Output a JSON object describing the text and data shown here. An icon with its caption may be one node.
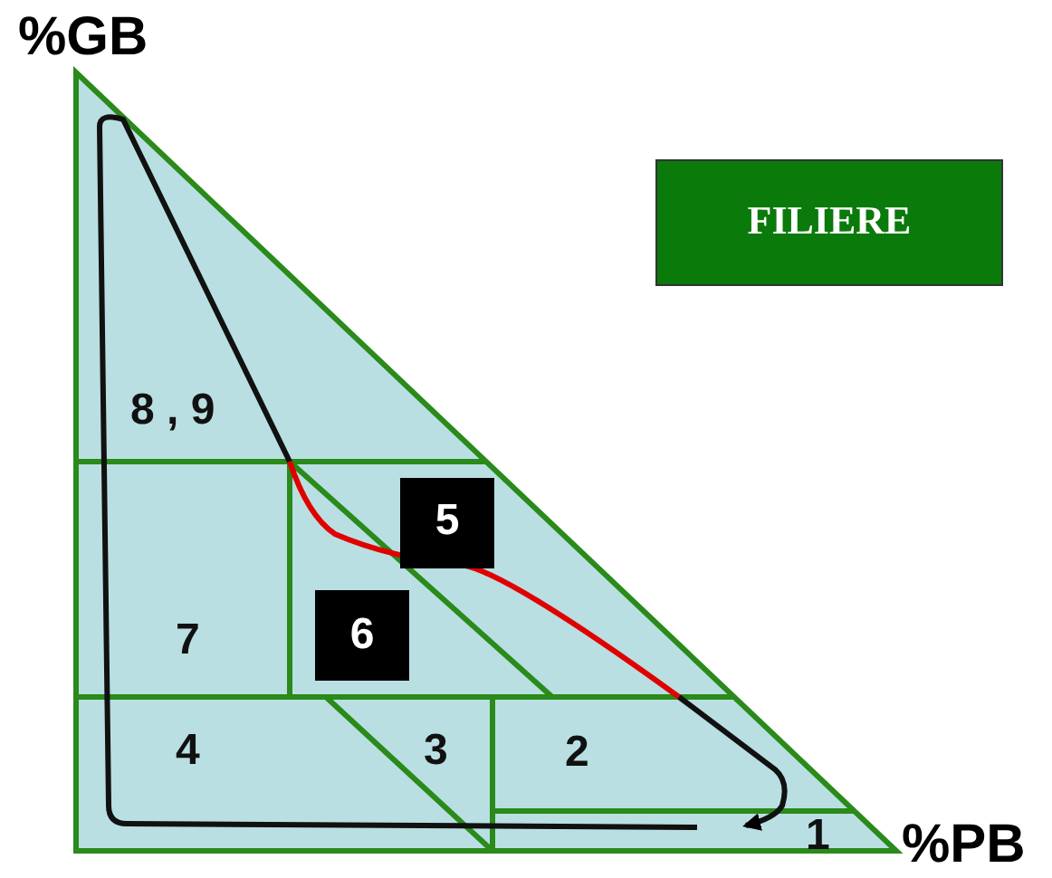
{
  "diagram": {
    "nodes": [
      {
        "text": [
          "FILIERE"
        ]
      },
      {
        "text": [
          "8 , 9"
        ]
      },
      {
        "text": [
          "5"
        ]
      },
      {
        "text": [
          "6"
        ]
      },
      {
        "text": [
          "7"
        ]
      },
      {
        "text": [
          "4"
        ]
      },
      {
        "text": [
          "3"
        ]
      },
      {
        "text": [
          "2"
        ]
      },
      {
        "text": [
          "1"
        ]
      }
    ],
    "labels": [
      "%GB",
      "%PB"
    ]
  }
}
